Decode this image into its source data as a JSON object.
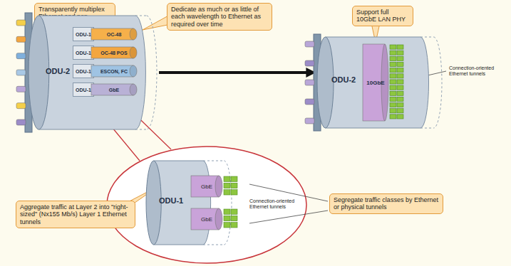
{
  "diagram": {
    "nodes": [
      {
        "text": [
          "Transparently multiplex Ethernet and non-Ethernet traffic"
        ]
      },
      {
        "text": [
          "Dedicate as much or as little of each wavelength to Ethernet as required over time"
        ]
      },
      {
        "text": [
          "ODU-2"
        ]
      },
      {
        "text": [
          "ODU-1"
        ],
        "in": 2
      },
      {
        "text": [
          "OC-48"
        ],
        "in": 2
      },
      {
        "text": [
          "ODU-1"
        ],
        "in": 2
      },
      {
        "text": [
          "OC-48 POS"
        ],
        "in": 2
      },
      {
        "text": [
          "ODU-1"
        ],
        "in": 2
      },
      {
        "text": [
          "ESCON, FC"
        ],
        "in": 2
      },
      {
        "text": [
          "ODU-1"
        ],
        "in": 2
      },
      {
        "text": [
          "GbE"
        ],
        "in": 2
      },
      {
        "text": [
          "Support full 10GbE LAN PHY"
        ]
      },
      {
        "text": [
          "ODU-2"
        ]
      },
      {
        "text": [
          "10GbE"
        ],
        "in": 12
      },
      {
        "text": [
          "Aggregate traffic at Layer 2 into \"right-sized\" (Nx155 Mb/s) Layer 1 Ethernet tunnels"
        ]
      },
      {
        "text": [
          "ODU-1"
        ]
      },
      {
        "text": [
          "GbE"
        ]
      },
      {
        "text": [
          "GbE"
        ]
      },
      {
        "text": [
          "Segregate traffic classes by Ethernet or physical tunnels"
        ]
      }
    ],
    "edges": [
      {
        "from": 2,
        "to": 12,
        "arrow": "to"
      }
    ],
    "labels": [
      "Connection-oriented Ethernet tunnels",
      "Connection-oriented Ethernet tunnels"
    ]
  }
}
